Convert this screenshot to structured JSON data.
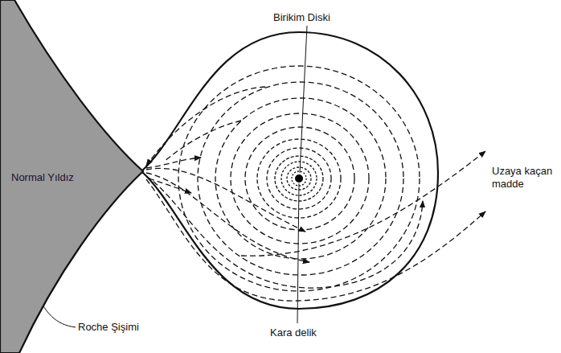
{
  "diagram": {
    "nodes": [
      {
        "text": [
          "Normal Yıldız"
        ]
      }
    ],
    "labels": [
      "Birikim Diski",
      "Uzaya kaçan madde",
      "Roche Şişimi",
      "Kara delik"
    ]
  }
}
